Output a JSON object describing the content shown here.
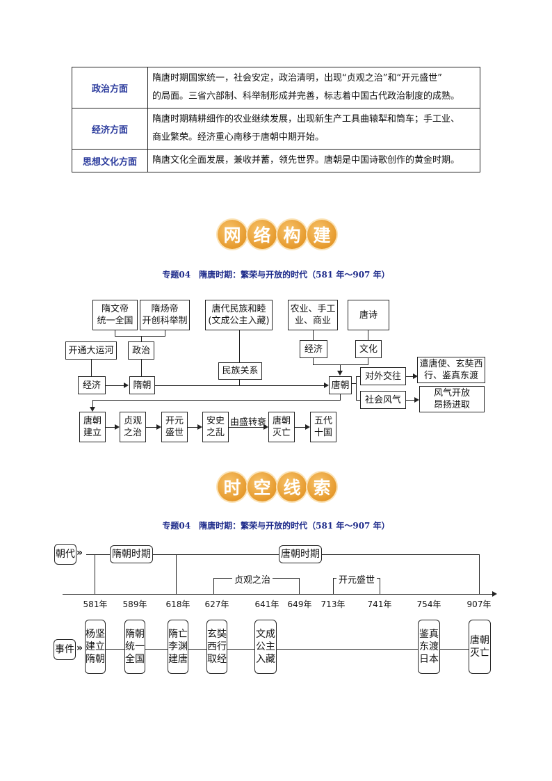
{
  "table": [
    {
      "topic": "政治方面",
      "lines": [
        "隋唐时期国家统一，社会安定，政治清明，出现“贞观之治”和“开元盛世”",
        "的局面。三省六部制、科举制形成并完善，标志着中国古代政治制度的成熟。"
      ]
    },
    {
      "topic": "经济方面",
      "lines": [
        "隋唐时期精耕细作的农业继续发展，出现新生产工具曲辕犁和筒车；手工业、",
        "商业繁荣。经济重心南移于唐朝中期开始。"
      ]
    },
    {
      "topic": "思想文化方面",
      "lines": [
        "隋唐文化全面发展，兼收并蓄，领先世界。唐朝是中国诗歌创作的黄金时期。"
      ]
    }
  ],
  "section1": {
    "badge": [
      "网",
      "络",
      "构",
      "建"
    ],
    "subtitle": "专题04　隋唐时期：繁荣与开放的时代（581 年～907 年）"
  },
  "map": {
    "suiwen": [
      "隋文帝",
      "统一全国"
    ],
    "suiyang": [
      "隋炀帝",
      "开创科举制"
    ],
    "minzu_he": [
      "唐代民族和睦",
      "(文成公主入藏)"
    ],
    "nongye": [
      "农业、手工",
      "业、商业"
    ],
    "tangshi": "唐诗",
    "yunhe": "开通大运河",
    "zhengzhi": "政治",
    "jingji_top": "经济",
    "wenhua": "文化",
    "minzu_rel": "民族关系",
    "duiwai": "对外交往",
    "qianfang": [
      "遣唐使、玄奘西",
      "行、鉴真东渡"
    ],
    "jingji_left": "经济",
    "suichao": "隋朝",
    "tangchao": "唐朝",
    "shehui": "社会风气",
    "fengqi": [
      "风气开放",
      "昂扬进取"
    ],
    "chain": [
      [
        "唐朝",
        "建立"
      ],
      [
        "贞观",
        "之治"
      ],
      [
        "开元",
        "盛世"
      ],
      [
        "安史",
        "之乱"
      ],
      [
        "唐朝",
        "灭亡"
      ],
      [
        "五代",
        "十国"
      ]
    ],
    "zhuan": "由盛转衰"
  },
  "section2": {
    "badge": [
      "时",
      "空",
      "线",
      "索"
    ],
    "subtitle": "专题04　隋唐时期：繁荣与开放的时代（581 年～907 年）"
  },
  "timeline": {
    "dynasty_label": "朝代",
    "event_label": "事件",
    "sui": "隋朝时期",
    "tang": "唐朝时期",
    "zhenguan": "贞观之治",
    "kaiyuan": "开元盛世",
    "years": [
      "581年",
      "589年",
      "618年",
      "627年",
      "641年",
      "649年",
      "713年",
      "741年",
      "754年",
      "907年"
    ],
    "events": [
      [
        "杨坚",
        "建立",
        "隋朝"
      ],
      [
        "隋朝",
        "统一",
        "全国"
      ],
      [
        "隋亡",
        "李渊",
        "建唐"
      ],
      [
        "玄奘",
        "西行",
        "取经"
      ],
      [
        "文成",
        "公主",
        "入藏"
      ],
      [
        "鉴真",
        "东渡",
        "日本"
      ],
      [
        "唐朝",
        "灭亡"
      ]
    ]
  }
}
